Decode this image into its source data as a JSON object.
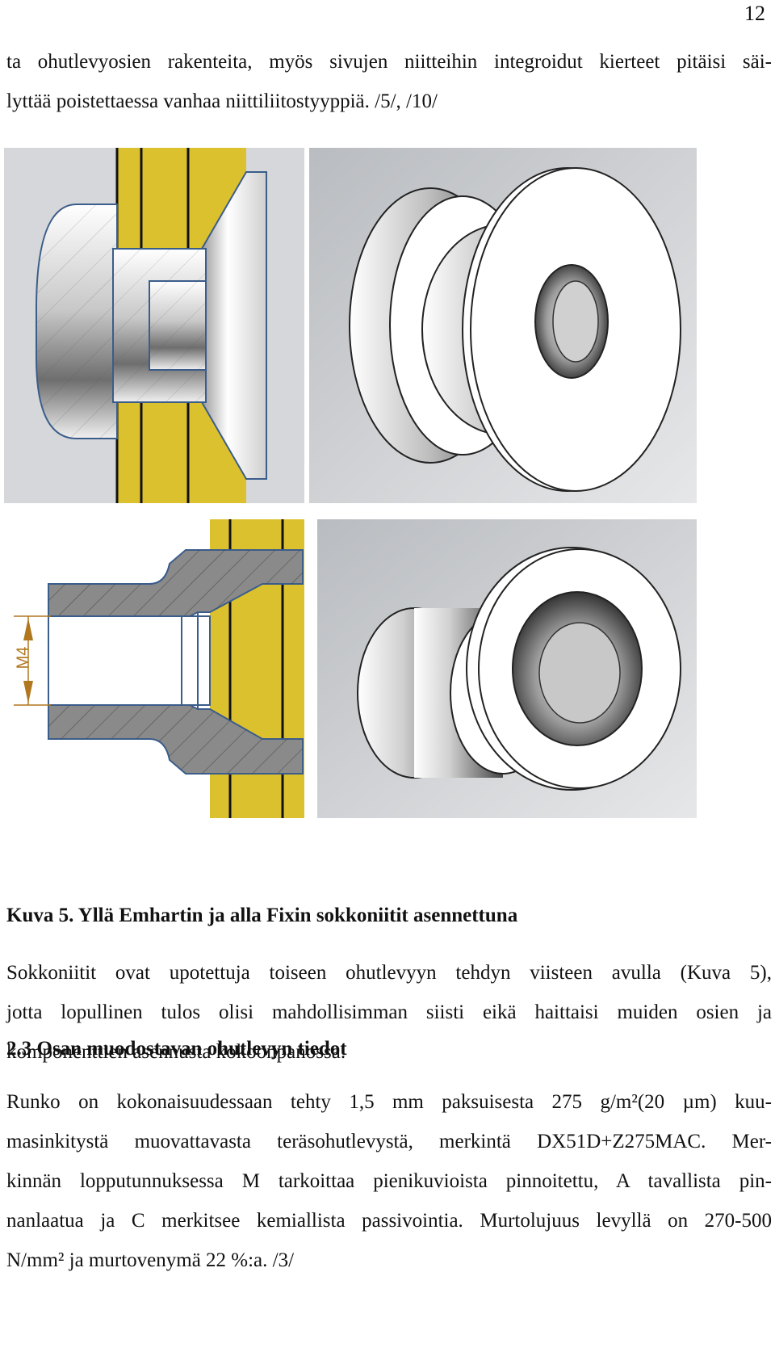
{
  "page": {
    "number": "12"
  },
  "intro": {
    "lines": [
      "ta ohutlevyosien rakenteita, myös sivujen niitteihin integroidut kierteet pitäisi säi-",
      "lyttää poistettaessa vanhaa niittiliitostyyppiä. /5/, /10/"
    ]
  },
  "figure": {
    "caption": "Kuva 5. Yllä Emhartin ja alla Fixin sokkoniitit asennettuna",
    "dimension_label": "M4"
  },
  "paragraph1": {
    "lines": [
      "Sokkoniitit ovat upotettuja toiseen ohutlevyyn tehdyn viisteen avulla (Kuva 5),",
      "jotta lopullinen tulos olisi mahdollisimman siisti eikä haittaisi muiden osien ja",
      "komponenttien asennusta kokoonpanossa."
    ]
  },
  "section": {
    "heading": "2.3 Osan muodostavan ohutlevyn tiedot"
  },
  "paragraph2": {
    "lines": [
      "Runko on kokonaisuudessaan tehty 1,5 mm paksuisesta 275 g/m²(20 µm) kuu-",
      "masinkitystä muovattavasta teräsohutlevystä, merkintä DX51D+Z275MAC. Mer-",
      "kinnän lopputunnuksessa M tarkoittaa pienikuvioista pinnoitettu, A tavallista pin-",
      "nanlaatua ja C merkitsee kemiallista passivointia. Murtolujuus levyllä on 270-500",
      "N/mm² ja murtovenymä 22 %:a. /3/"
    ]
  },
  "colors": {
    "sheet": "#dcc12f",
    "background": "#d2d5d8",
    "rivet_light": "#f2f2f2",
    "rivet_dark": "#7a7a7a",
    "section_fill": "#8a8a8a",
    "outline": "#3b5d8a",
    "dimension": "#b0771e"
  }
}
